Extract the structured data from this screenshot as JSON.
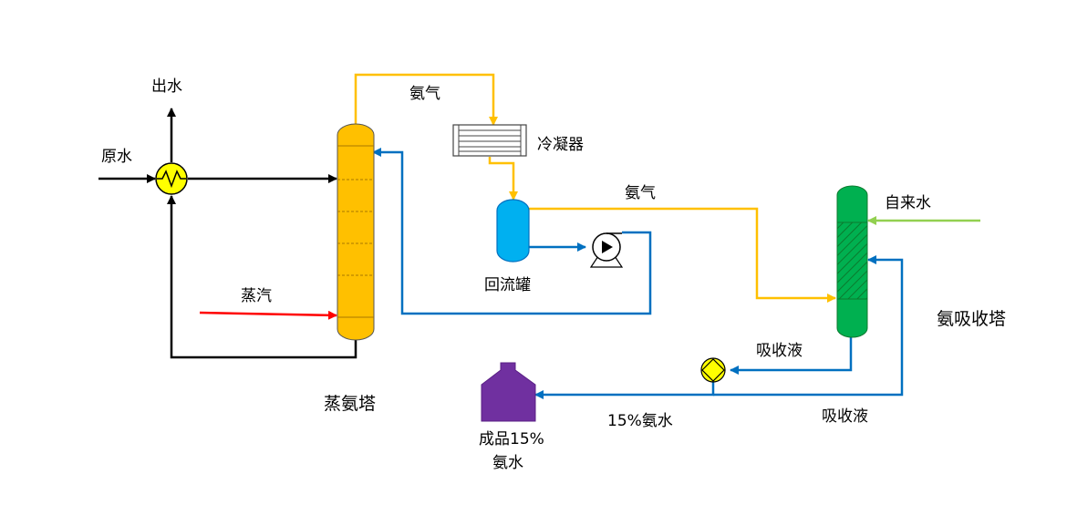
{
  "labels": {
    "outlet_water": "出水",
    "raw_water": "原水",
    "steam": "蒸汽",
    "stripper": "蒸氨塔",
    "ammonia_gas_top": "氨气",
    "condenser": "冷凝器",
    "ammonia_gas_mid": "氨气",
    "reflux_tank": "回流罐",
    "tap_water": "自来水",
    "absorber": "氨吸收塔",
    "absorbent_upper": "吸收液",
    "absorbent_lower": "吸收液",
    "ammonia_15": "15%氨水",
    "product_line1": "成品15%",
    "product_line2": "氨水"
  },
  "colors": {
    "stripper_fill": "#FFC000",
    "ammonia_gas_line": "#FFC000",
    "water_line": "#000000",
    "steam_line": "#FF0000",
    "reflux_line": "#0070C0",
    "reflux_tank_fill": "#00B0F0",
    "absorber_fill": "#00B050",
    "tap_water_line": "#92D050",
    "product_tank_fill": "#7030A0",
    "exchanger_fill": "#FFFF00"
  },
  "icons": {
    "heat_exchanger": "heat-exchanger-icon",
    "pump": "pump-icon",
    "cooler": "cooler-icon"
  }
}
